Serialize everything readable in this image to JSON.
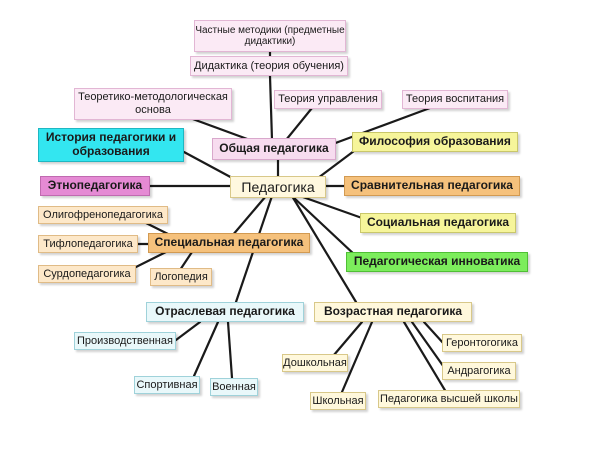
{
  "center": "Педагогика",
  "nodes": {
    "private_methods": "Частные методики (предметные дидактики)",
    "didactics": "Дидактика (теория обучения)",
    "theory_methodology": "Теоретико-методологическая основа",
    "management_theory": "Теория управления",
    "upbringing_theory": "Теория воспитания",
    "history": "История педагогики и образования",
    "general": "Общая педагогика",
    "philosophy": "Философия образования",
    "ethno": "Этнопедагогика",
    "comparative": "Сравнительная педагогика",
    "social": "Социальная педагогика",
    "innovatics": "Педагогическая инноватика",
    "oligophreno": "Олигофренопедагогика",
    "tiflo": "Тифлопедагогика",
    "special": "Специальная педагогика",
    "surdo": "Сурдопедагогика",
    "logopedia": "Логопедия",
    "sectoral": "Отраслевая педагогика",
    "industrial": "Производственная",
    "sports": "Спортивная",
    "military": "Военная",
    "age": "Возрастная педагогика",
    "preschool": "Дошкольная",
    "school": "Школьная",
    "higher_school": "Педагогика высшей школы",
    "gerontogogy": "Геронтогогика",
    "andragogy": "Андрагогика"
  },
  "colors": {
    "line": "#1a1a1a",
    "pink": "#f7dcef",
    "cyan": "#33e6f0",
    "magenta": "#e58ad4",
    "yellow": "#f6f59a",
    "orange": "#f5c17c",
    "green": "#7ced5c",
    "light_blue": "#e9f8fa",
    "cream": "#fff8dc"
  }
}
